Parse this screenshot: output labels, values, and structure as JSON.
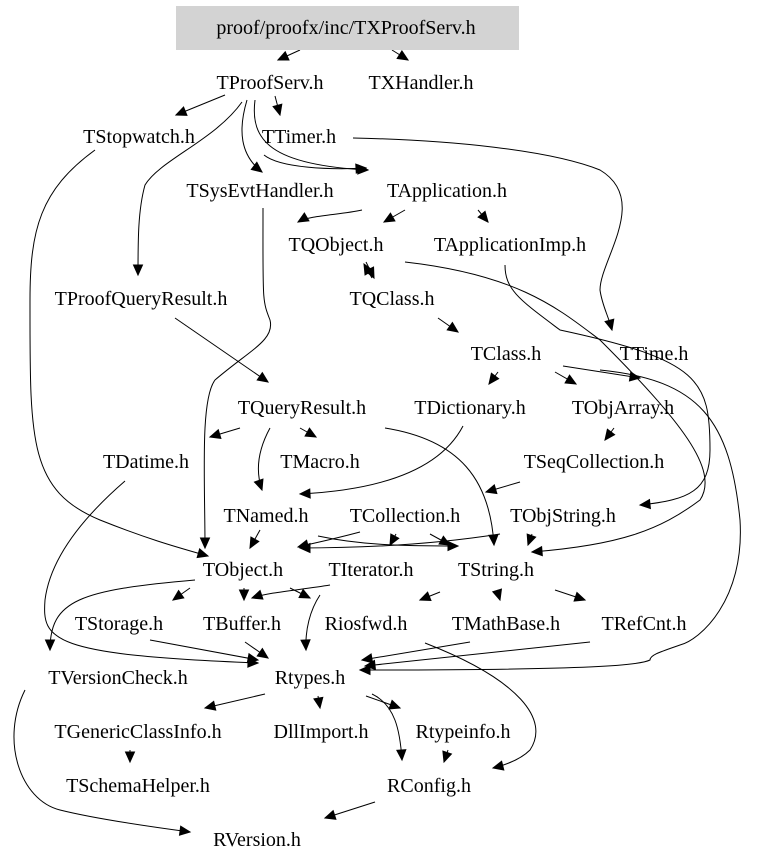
{
  "graph": {
    "root": "proof/proofx/inc/TXProofServ.h",
    "nodes": [
      "proof/proofx/inc/TXProofServ.h",
      "TProofServ.h",
      "TXHandler.h",
      "TStopwatch.h",
      "TTimer.h",
      "TSysEvtHandler.h",
      "TApplication.h",
      "TQObject.h",
      "TApplicationImp.h",
      "TProofQueryResult.h",
      "TQClass.h",
      "TClass.h",
      "TTime.h",
      "TQueryResult.h",
      "TDictionary.h",
      "TObjArray.h",
      "TDatime.h",
      "TMacro.h",
      "TSeqCollection.h",
      "TNamed.h",
      "TCollection.h",
      "TObjString.h",
      "TObject.h",
      "TIterator.h",
      "TString.h",
      "TStorage.h",
      "TBuffer.h",
      "Riosfwd.h",
      "TMathBase.h",
      "TRefCnt.h",
      "TVersionCheck.h",
      "Rtypes.h",
      "TGenericClassInfo.h",
      "DllImport.h",
      "Rtypeinfo.h",
      "TSchemaHelper.h",
      "RConfig.h",
      "RVersion.h"
    ]
  }
}
